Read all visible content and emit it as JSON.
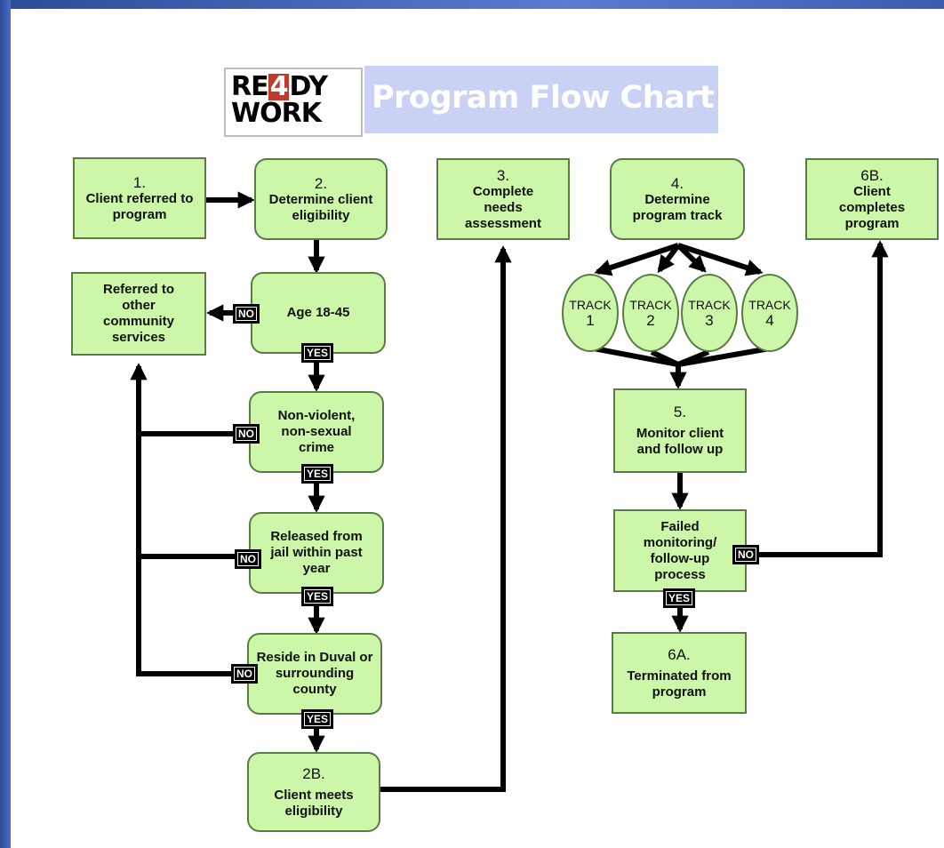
{
  "logo": {
    "line1_a": "RE",
    "line1_b": "4",
    "line1_c": "DY",
    "line2": "WORK"
  },
  "title": "Program Flow Chart",
  "steps": {
    "s1": {
      "num": "1.",
      "label": "Client referred to program"
    },
    "s2": {
      "num": "2.",
      "label": "Determine client eligibility"
    },
    "s3": {
      "num": "3.",
      "label": "Complete needs assessment"
    },
    "s4": {
      "num": "4.",
      "label": "Determine program track"
    },
    "s6b": {
      "num": "6B.",
      "label": "Client completes program"
    },
    "referred": {
      "label": "Referred to other community services"
    },
    "age": {
      "label": "Age 18-45"
    },
    "crime": {
      "label": "Non-violent, non-sexual crime"
    },
    "released": {
      "label": "Released from jail within past year"
    },
    "reside": {
      "label": "Reside in Duval or surrounding county"
    },
    "s2b": {
      "num": "2B.",
      "label": "Client meets eligibility"
    },
    "s5": {
      "num": "5.",
      "label": "Monitor client and follow up"
    },
    "failed": {
      "label": "Failed monitoring/ follow-up process"
    },
    "s6a": {
      "num": "6A.",
      "label": "Terminated from program"
    }
  },
  "tracks": [
    {
      "word": "TRACK",
      "num": "1"
    },
    {
      "word": "TRACK",
      "num": "2"
    },
    {
      "word": "TRACK",
      "num": "3"
    },
    {
      "word": "TRACK",
      "num": "4"
    }
  ],
  "tags": {
    "no": "NO",
    "yes": "YES"
  },
  "colors": {
    "box_fill": "#ccf6a8",
    "box_border": "#5b7a45",
    "title_banner": "#c9d2f4",
    "frame": "#3c5cb0"
  }
}
